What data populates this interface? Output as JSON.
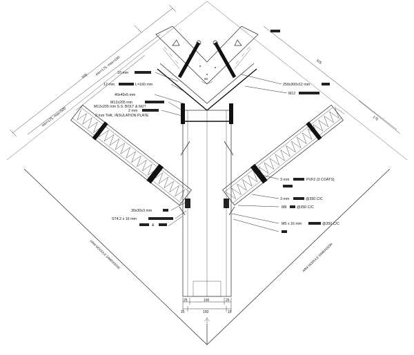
{
  "drawing": {
    "labels_left": {
      "anchor_10mm": "10 mm",
      "anchor_12mm": "12 mm",
      "anchor_12mm_len": "L=160 mm",
      "angle_40": "40x40x5 mm",
      "bolt_m12": "M12x205 mm",
      "bolt_ss": "M12x205 mm S.S. BOLT & NUT",
      "plate_2mm": "2 mm",
      "insulation": "2 mm THK. INSULATION PLATE",
      "angle_30": "30x30x3 mm",
      "screw_st": "ST4.2 x 16 mm",
      "sealant": "&"
    },
    "labels_right": {
      "plate_250": "250x300x12 mm",
      "m12": "M12",
      "pvf2": "3 mm",
      "pvf2_coat": "PVF2 (3 COATS)",
      "panel_3mm": "3 mm",
      "panel_spacing": "@350 C/C",
      "m8": "M8",
      "m8_spacing": "@350 C/C",
      "m5": "M5 x 16 mm",
      "m5_spacing": "@350 C/C"
    },
    "dims_left": {
      "d500": "500",
      "d175_150": "min=175, max=150",
      "d175_150b": "min=175, max=500"
    },
    "dims_right": {
      "d325": "325",
      "d175": "175"
    },
    "dims_bottom": {
      "d25a": "25",
      "d100": "100",
      "d25b": "25",
      "d15a": "15",
      "d150": "150",
      "d15b": "15"
    },
    "angle_label": "90",
    "module_left": "ARM MODULE DIMENSION",
    "module_right": "ARM MODULE DIMENSION"
  }
}
